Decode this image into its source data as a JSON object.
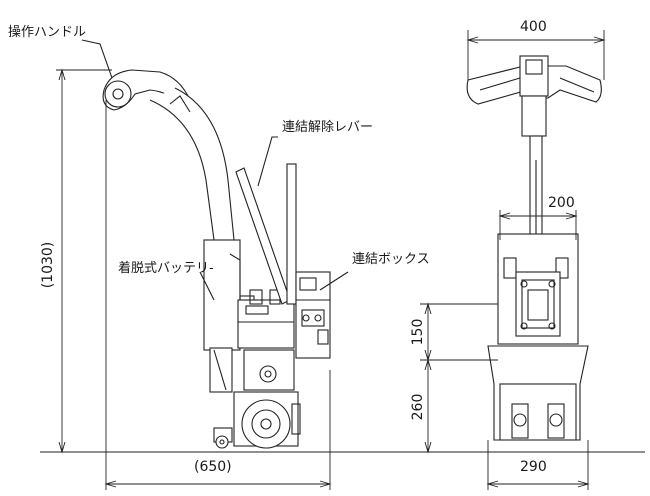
{
  "labels": {
    "handle": "操作ハンドル",
    "release_lever": "連結解除レバー",
    "battery": "着脱式バッテリ-",
    "coupling_box": "連結ボックス"
  },
  "dimensions": {
    "total_height": "(1030)",
    "total_length": "(650)",
    "handle_width": "400",
    "box_width": "200",
    "box_height": "150",
    "box_floor_height": "260",
    "base_width": "290"
  }
}
